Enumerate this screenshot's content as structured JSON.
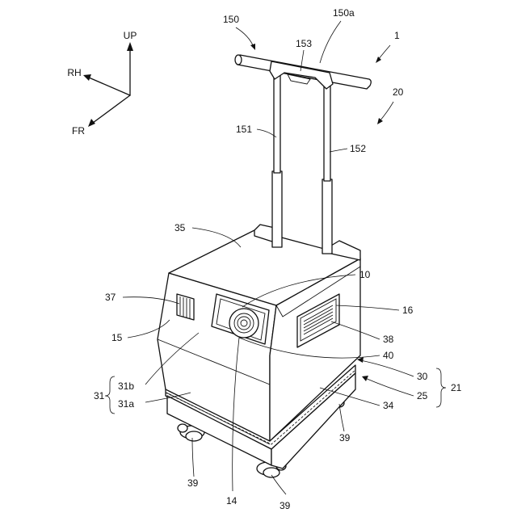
{
  "axes": {
    "up": "UP",
    "right": "RH",
    "front": "FR"
  },
  "labels": {
    "l1": "1",
    "l10": "10",
    "l14": "14",
    "l15": "15",
    "l16": "16",
    "l20": "20",
    "l21": "21",
    "l25": "25",
    "l30": "30",
    "l31": "31",
    "l31a": "31a",
    "l31b": "31b",
    "l34": "34",
    "l35": "35",
    "l37": "37",
    "l38": "38",
    "l39a": "39",
    "l39b": "39",
    "l39c": "39",
    "l40": "40",
    "l150": "150",
    "l150a": "150a",
    "l151": "151",
    "l152": "152",
    "l153": "153"
  }
}
